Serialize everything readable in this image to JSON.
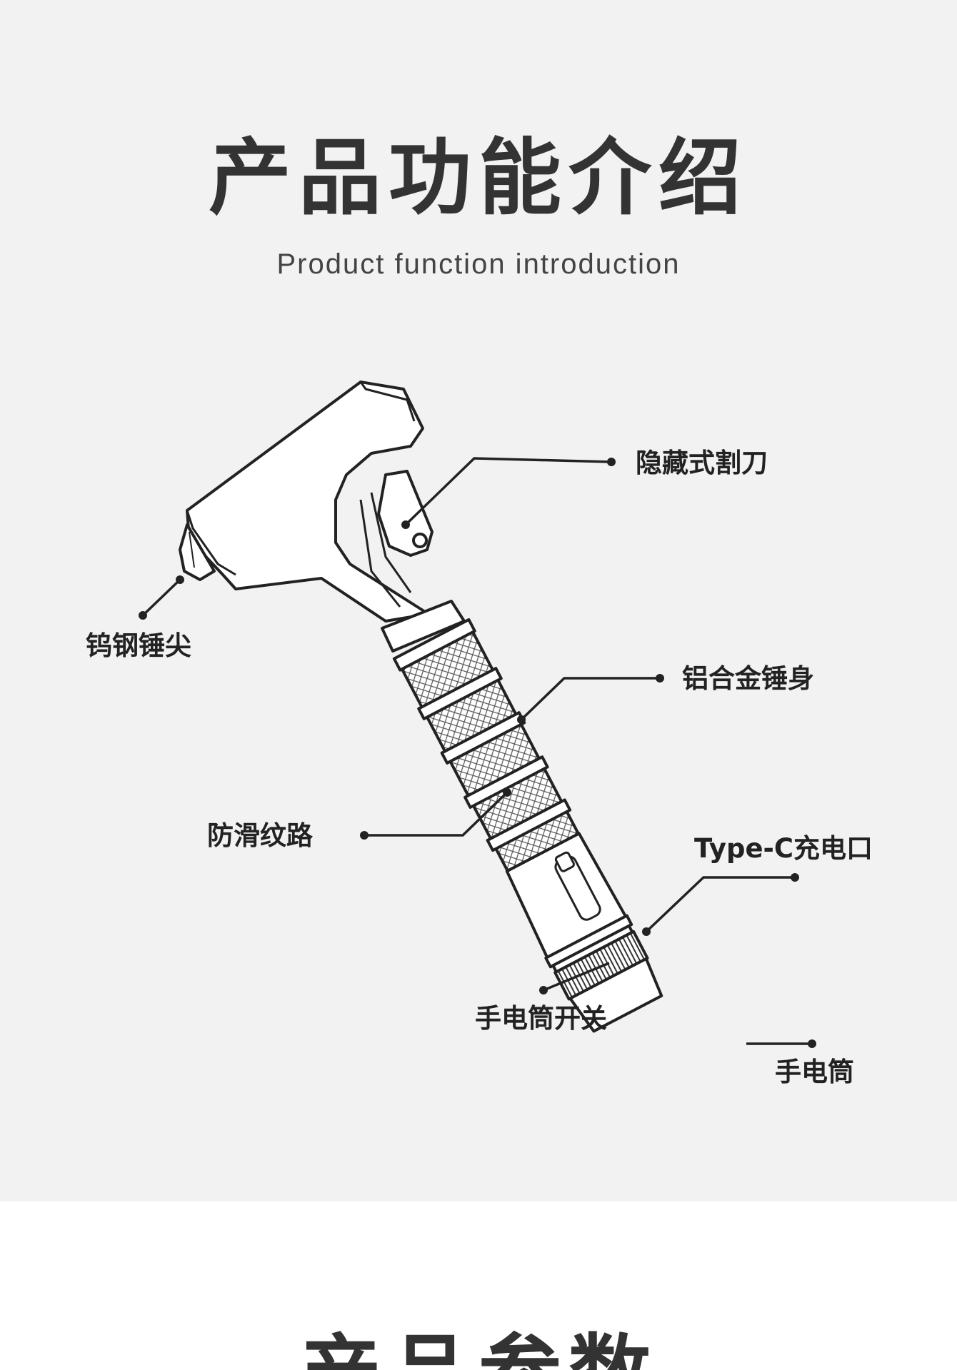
{
  "header": {
    "title": "产品功能介绍",
    "subtitle": "Product function introduction"
  },
  "labels": {
    "hidden_blade": "隐藏式割刀",
    "tungsten_tip": "钨钢锤尖",
    "aluminum_body": "铝合金锤身",
    "anti_slip": "防滑纹路",
    "type_c_port": "Type-C充电口",
    "flashlight_switch": "手电筒开关",
    "flashlight": "手电筒"
  },
  "next_section": {
    "title": "产品参数"
  },
  "colors": {
    "panel_bg": "#f2f2f2",
    "ink": "#222222",
    "page_bg": "#ffffff"
  }
}
